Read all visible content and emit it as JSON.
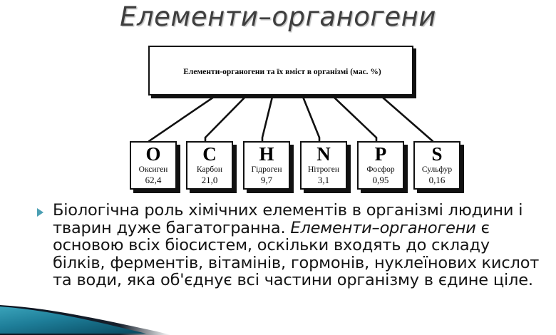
{
  "slide": {
    "title": "Елементи–органогени",
    "background_color": "#ffffff"
  },
  "diagram": {
    "header_box_label": "Елементи-органогени та їх вміст в організмі (мас. %)",
    "elements": [
      {
        "symbol": "O",
        "name": "Оксиген",
        "value": "62,4"
      },
      {
        "symbol": "C",
        "name": "Карбон",
        "value": "21,0"
      },
      {
        "symbol": "H",
        "name": "Гідроген",
        "value": "9,7"
      },
      {
        "symbol": "N",
        "name": "Нітроген",
        "value": "3,1"
      },
      {
        "symbol": "P",
        "name": "Фосфор",
        "value": "0,95"
      },
      {
        "symbol": "S",
        "name": "Сульфур",
        "value": "0,16"
      }
    ],
    "line_color": "#111111",
    "box_border_color": "#111111"
  },
  "body": {
    "bullet_color": "#4b9fb3",
    "segments": [
      {
        "text": "Біологічна роль хімічних елементів в організмі людини і тварин дуже багатогранна. ",
        "italic": false
      },
      {
        "text": "Елементи–органогени",
        "italic": true
      },
      {
        "text": " є основою всіх біосистем, оскільки входять до складу білків, ферментів, вітамінів, гормонів, нуклеїнових кислот та води, яка об'єднує всі частини організму в єдине ціле.",
        "italic": false
      }
    ]
  },
  "decoration": {
    "swoosh_teal_light": "#2f93ac",
    "swoosh_teal_dark": "#0e5c74",
    "swoosh_edge": "#0c1420"
  }
}
